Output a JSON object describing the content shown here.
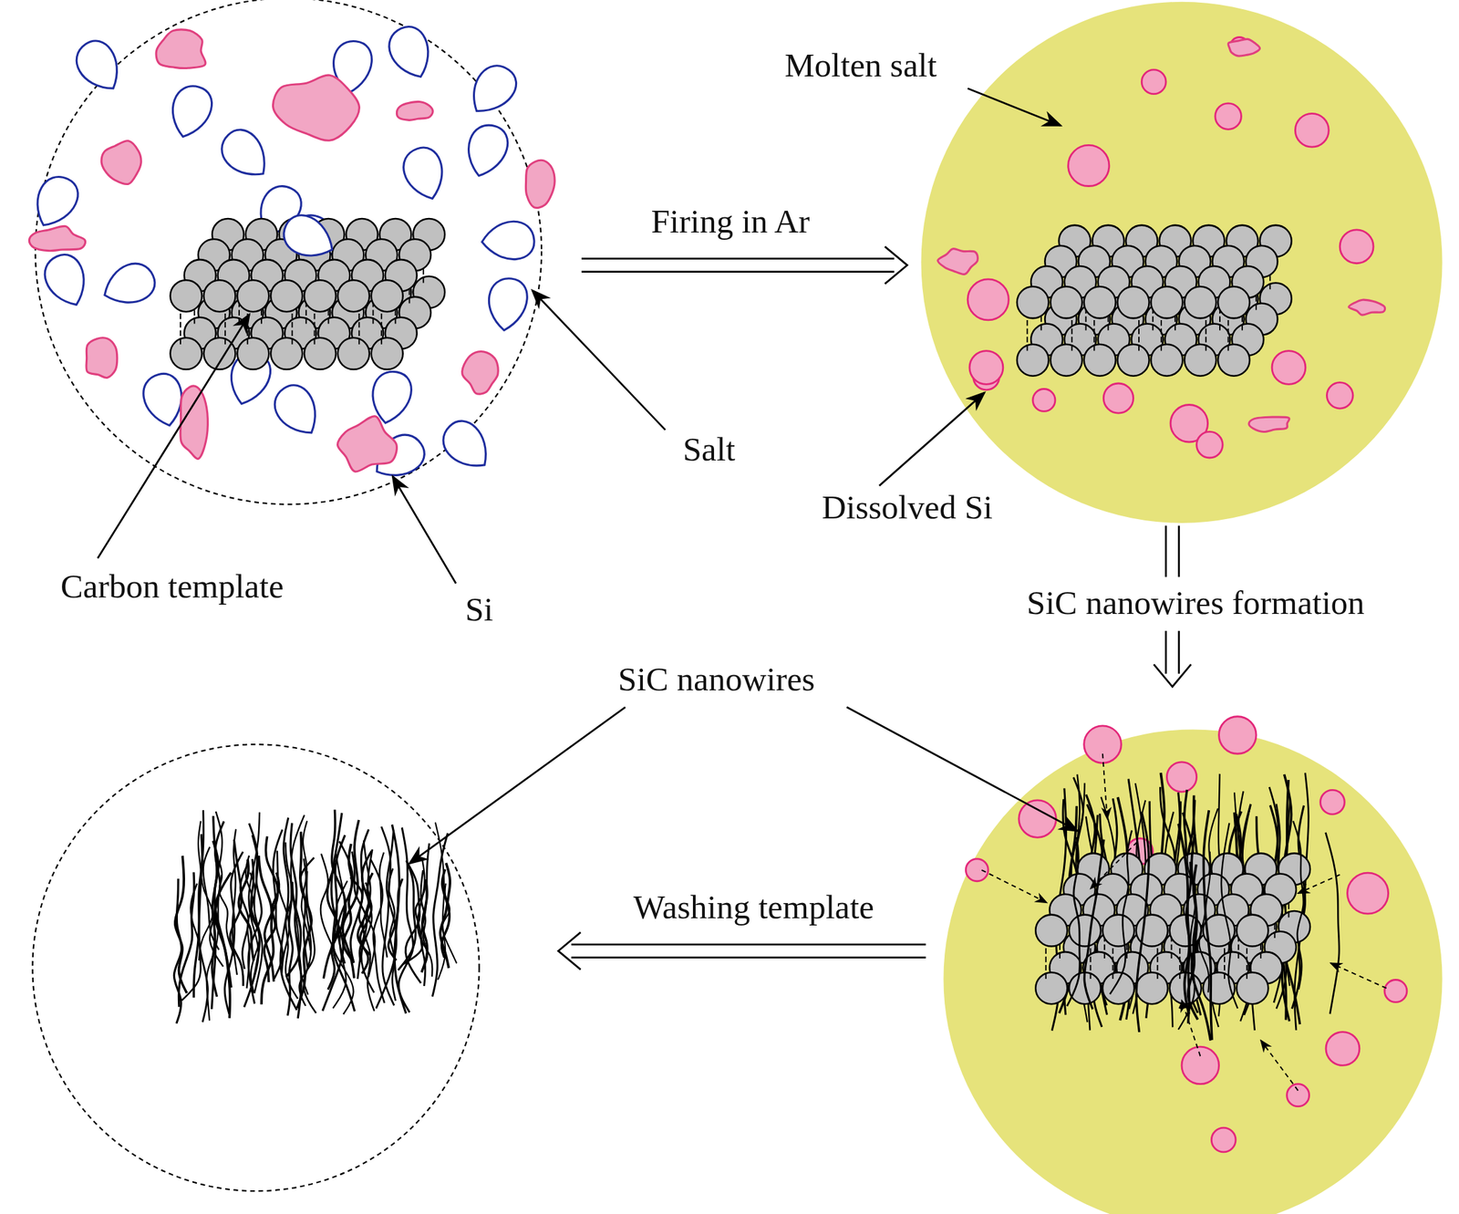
{
  "diagram": {
    "labels": [
      "Molten salt",
      "Firing in Ar",
      "Salt",
      "Dissolved Si",
      "Carbon template",
      "Si",
      "SiC nanowires formation",
      "SiC nanowires",
      "Washing template"
    ]
  }
}
